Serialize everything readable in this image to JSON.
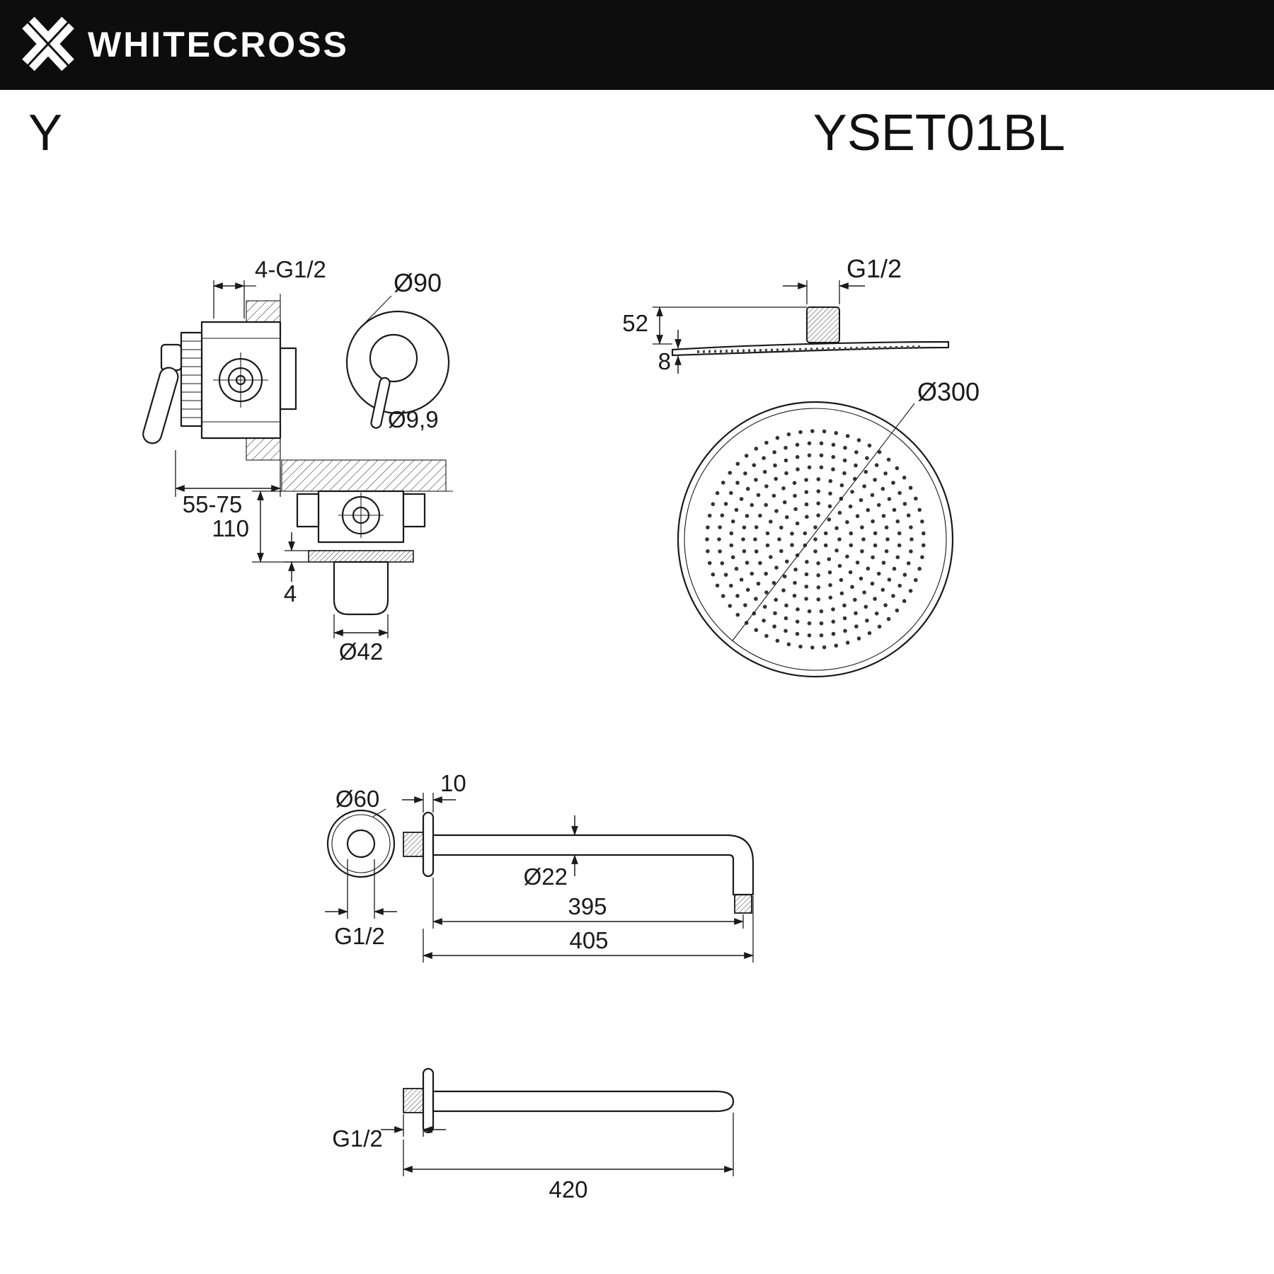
{
  "brand": {
    "name": "WHITECROSS"
  },
  "product": {
    "series": "Y",
    "code": "YSET01BL"
  },
  "mixer_side": {
    "ports": "4-G1/2",
    "depth_range": "55-75"
  },
  "mixer_trim": {
    "plate_diameter": "Ø90",
    "pin_diameter": "Ø9,9"
  },
  "mixer_top": {
    "height": "110",
    "plate_thickness": "4",
    "spout_diameter": "Ø42"
  },
  "head_side": {
    "thread": "G1/2",
    "connector_height": "52",
    "edge_thickness": "8"
  },
  "head_face": {
    "diameter": "Ø300"
  },
  "arm_bent": {
    "flange_diameter": "Ø60",
    "flange_thickness": "10",
    "tube_diameter": "Ø22",
    "length_to_axis": "395",
    "length_overall": "405",
    "thread": "G1/2"
  },
  "arm_straight": {
    "thread": "G1/2",
    "length": "420"
  }
}
